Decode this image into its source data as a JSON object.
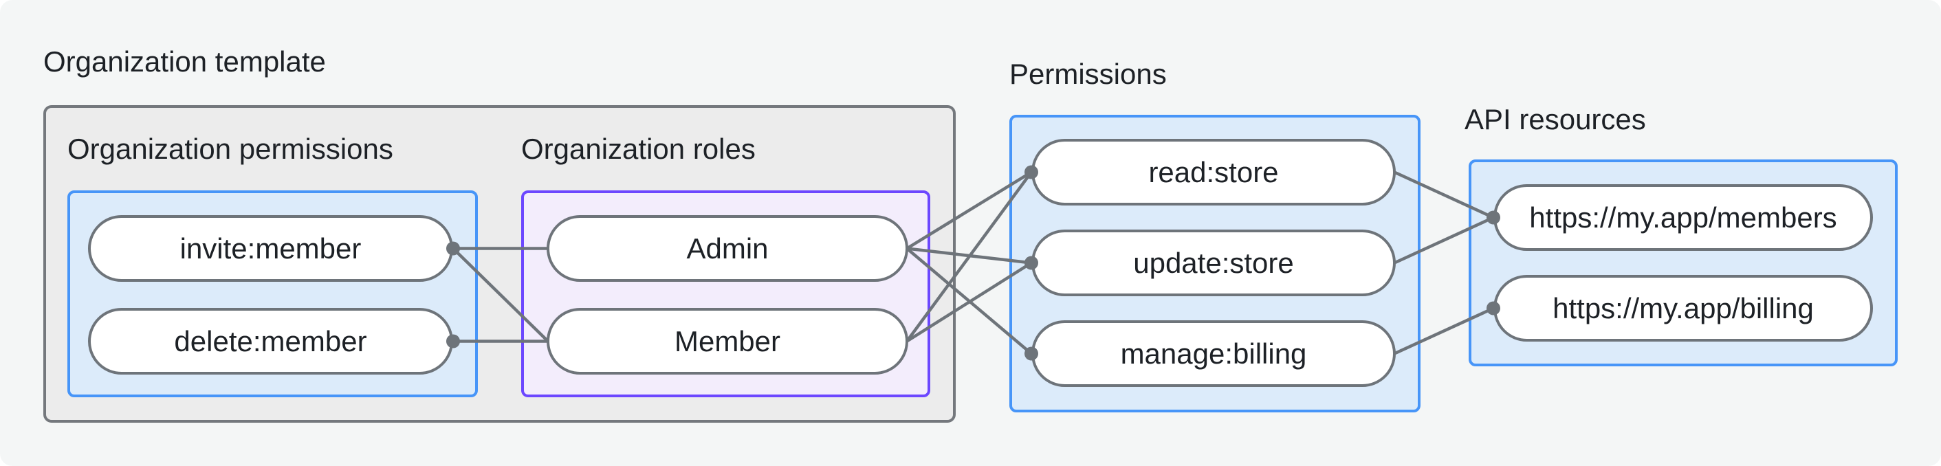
{
  "diagram": {
    "organization_template": {
      "label": "Organization template"
    },
    "organization_permissions": {
      "label": "Organization permissions",
      "items": [
        "invite:member",
        "delete:member"
      ]
    },
    "organization_roles": {
      "label": "Organization roles",
      "items": [
        "Admin",
        "Member"
      ]
    },
    "permissions": {
      "label": "Permissions",
      "items": [
        "read:store",
        "update:store",
        "manage:billing"
      ]
    },
    "api_resources": {
      "label": "API resources",
      "items": [
        "https://my.app/members",
        "https://my.app/billing"
      ]
    },
    "edges": [
      {
        "from": "invite:member",
        "to": "Admin"
      },
      {
        "from": "invite:member",
        "to": "Member"
      },
      {
        "from": "delete:member",
        "to": "Member"
      },
      {
        "from": "Admin",
        "to": "read:store"
      },
      {
        "from": "Admin",
        "to": "update:store"
      },
      {
        "from": "Admin",
        "to": "manage:billing"
      },
      {
        "from": "Member",
        "to": "read:store"
      },
      {
        "from": "Member",
        "to": "update:store"
      },
      {
        "from": "read:store",
        "to": "https://my.app/members"
      },
      {
        "from": "update:store",
        "to": "https://my.app/members"
      },
      {
        "from": "manage:billing",
        "to": "https://my.app/billing"
      }
    ],
    "colors": {
      "canvas_background": "#f4f6f6",
      "template_box_fill": "#ececec",
      "template_box_border": "#74787d",
      "blue_box_fill": "#dcebfa",
      "blue_accent": "#4795f8",
      "purple_box_fill": "#f3edfc",
      "purple_accent": "#6c47ff",
      "wire_gray": "#6e747a",
      "text": "#1d2126"
    }
  }
}
